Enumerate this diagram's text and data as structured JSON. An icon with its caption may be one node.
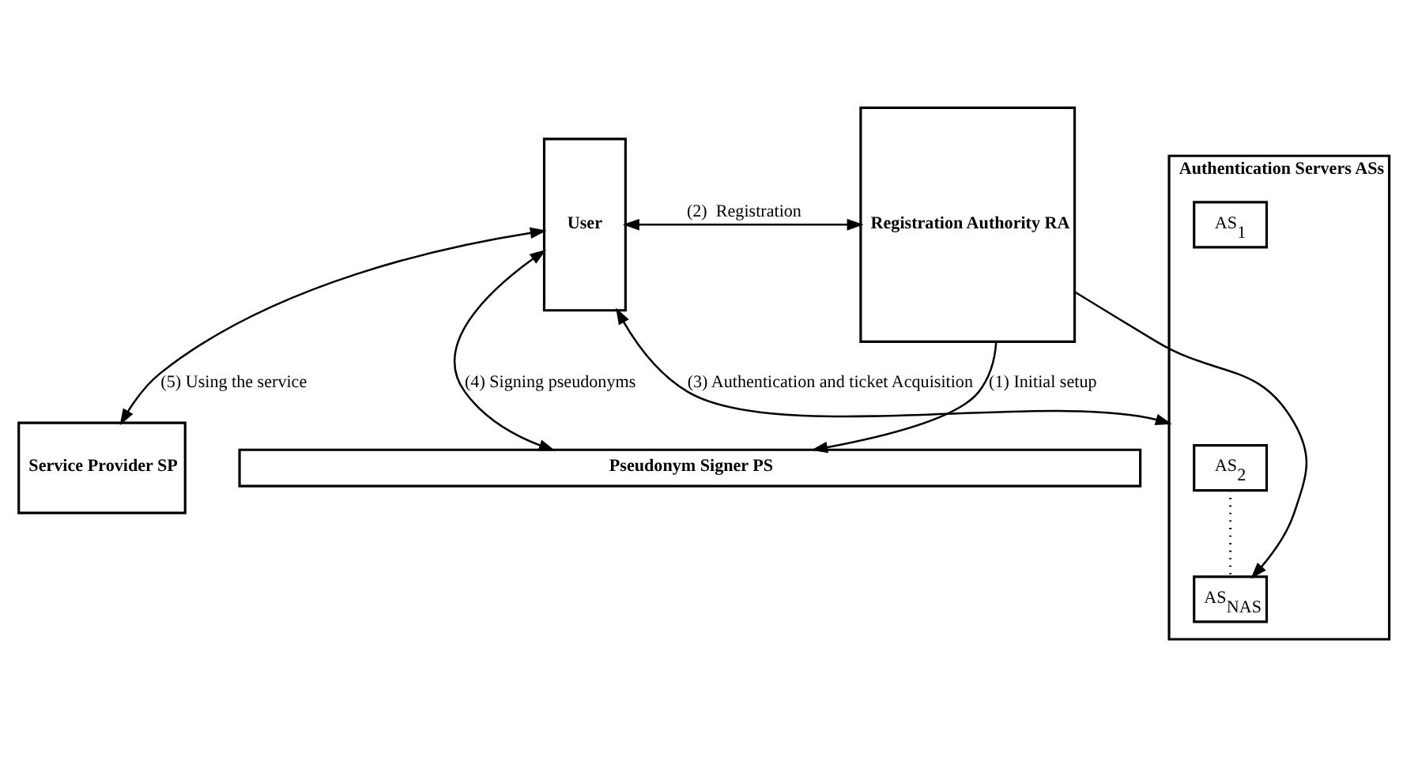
{
  "diagram": {
    "nodes": [
      {
        "text": [
          "User"
        ]
      },
      {
        "text": [
          "Authentication Servers ASs"
        ]
      },
      {
        "text": [
          "AS$_{1}$"
        ],
        "in": 1
      },
      {
        "text": [
          "AS$_{2}$"
        ],
        "in": 1
      },
      {
        "text": [
          "AS$_{NAS}$"
        ],
        "in": 1
      },
      {
        "text": [
          "Registration Authority RA"
        ]
      },
      {
        "text": [
          "Service Provider SP"
        ]
      },
      {
        "text": [
          "Pseudonym Signer PS"
        ]
      }
    ],
    "edges": [
      {
        "from": 0,
        "to": 5,
        "arrow": "both",
        "label": "(2)  Registration"
      },
      {
        "from": 0,
        "to": 1,
        "arrow": "both",
        "label": "(3) Authentication and ticket Acquisition"
      },
      {
        "from": 0,
        "to": 6,
        "arrow": "both",
        "label": "(5) Using the service"
      },
      {
        "from": 0,
        "to": 7,
        "arrow": "both",
        "label": "(4) Signing pseudonyms"
      },
      {
        "from": 5,
        "to": 4,
        "arrow": "to"
      },
      {
        "from": 5,
        "to": 7,
        "arrow": "to",
        "label": "(1) Initial setup"
      },
      {
        "from": 3,
        "to": 4,
        "arrow": "none",
        "style": "dashed"
      }
    ]
  }
}
